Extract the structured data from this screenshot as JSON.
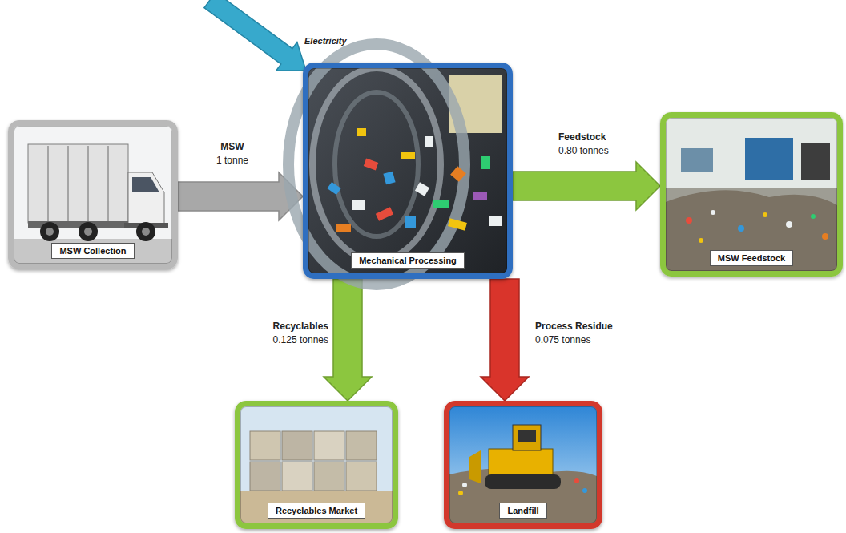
{
  "diagram": {
    "nodes": [
      {
        "text": [
          "MSW Collection"
        ]
      },
      {
        "text": [
          "Mechanical Processing"
        ]
      },
      {
        "text": [
          "MSW Feedstock"
        ]
      },
      {
        "text": [
          "Recyclables Market"
        ]
      },
      {
        "text": [
          "Landfill"
        ]
      }
    ],
    "edges": [
      {
        "from": 0,
        "to": 1,
        "arrow": "to",
        "label": "MSW"
      },
      {
        "from": 1,
        "to": 2,
        "arrow": "to",
        "label": "Feedstock"
      },
      {
        "from": 1,
        "to": 3,
        "arrow": "to",
        "label": "Recyclables"
      },
      {
        "from": 1,
        "to": 4,
        "arrow": "to",
        "label": "Process Residue"
      }
    ],
    "labels": [
      "Electricity",
      "1 tonne",
      "0.80 tonnes",
      "0.125 tonnes",
      "0.075 tonnes"
    ]
  }
}
